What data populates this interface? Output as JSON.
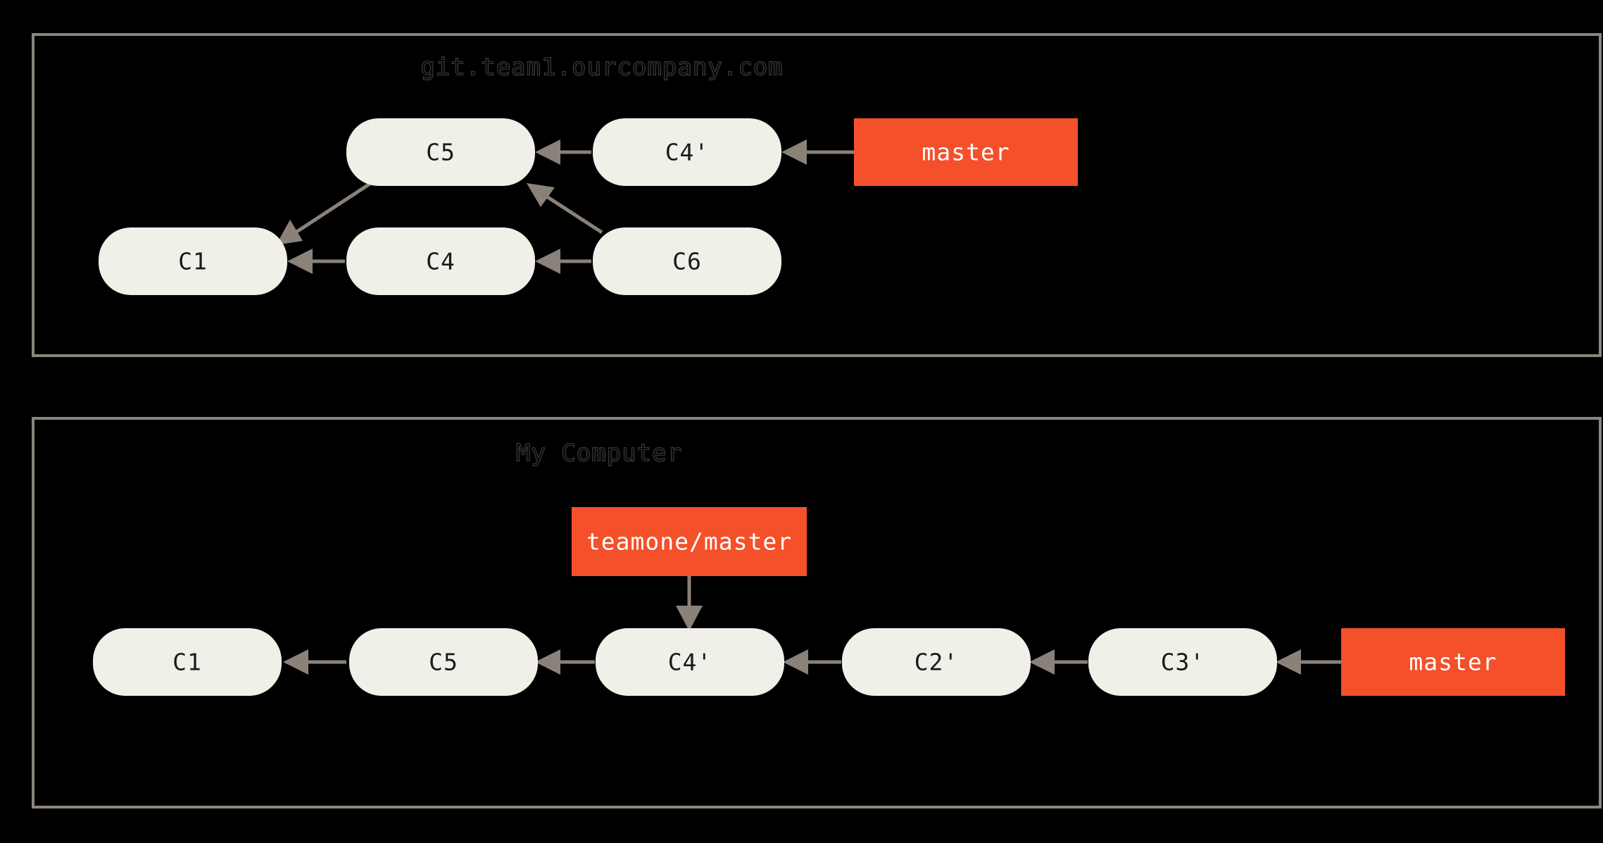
{
  "diagram": {
    "kind": "git-history-graph",
    "background_color": "#000000",
    "panel_border_color": "#8c857c",
    "commit_fill_color": "#f0efe8",
    "commit_text_color": "#1a1a1a",
    "ref_fill_color": "#f4502a",
    "ref_text_color": "#ffffff",
    "edge_color": "#8a8179"
  },
  "panels": [
    {
      "id": "remote-panel",
      "title": "git.team1.ourcompany.com",
      "commits": [
        {
          "id": "c5",
          "label": "C5"
        },
        {
          "id": "c4prime",
          "label": "C4'"
        },
        {
          "id": "c1",
          "label": "C1"
        },
        {
          "id": "c4",
          "label": "C4"
        },
        {
          "id": "c6",
          "label": "C6"
        }
      ],
      "refs": [
        {
          "id": "master-remote",
          "label": "master"
        }
      ],
      "edges": [
        {
          "from": "c4prime",
          "to": "c5"
        },
        {
          "from": "master-remote",
          "to": "c4prime"
        },
        {
          "from": "c5",
          "to": "c1"
        },
        {
          "from": "c4",
          "to": "c1"
        },
        {
          "from": "c6",
          "to": "c4"
        },
        {
          "from": "c6",
          "to": "c5"
        }
      ]
    },
    {
      "id": "local-panel",
      "title": "My Computer",
      "commits": [
        {
          "id": "l-c1",
          "label": "C1"
        },
        {
          "id": "l-c5",
          "label": "C5"
        },
        {
          "id": "l-c4prime",
          "label": "C4'"
        },
        {
          "id": "l-c2prime",
          "label": "C2'"
        },
        {
          "id": "l-c3prime",
          "label": "C3'"
        }
      ],
      "refs": [
        {
          "id": "teamone-master",
          "label": "teamone/master"
        },
        {
          "id": "master-local",
          "label": "master"
        }
      ],
      "edges": [
        {
          "from": "l-c5",
          "to": "l-c1"
        },
        {
          "from": "l-c4prime",
          "to": "l-c5"
        },
        {
          "from": "l-c2prime",
          "to": "l-c4prime"
        },
        {
          "from": "l-c3prime",
          "to": "l-c2prime"
        },
        {
          "from": "master-local",
          "to": "l-c3prime"
        },
        {
          "from": "teamone-master",
          "to": "l-c4prime"
        }
      ]
    }
  ]
}
